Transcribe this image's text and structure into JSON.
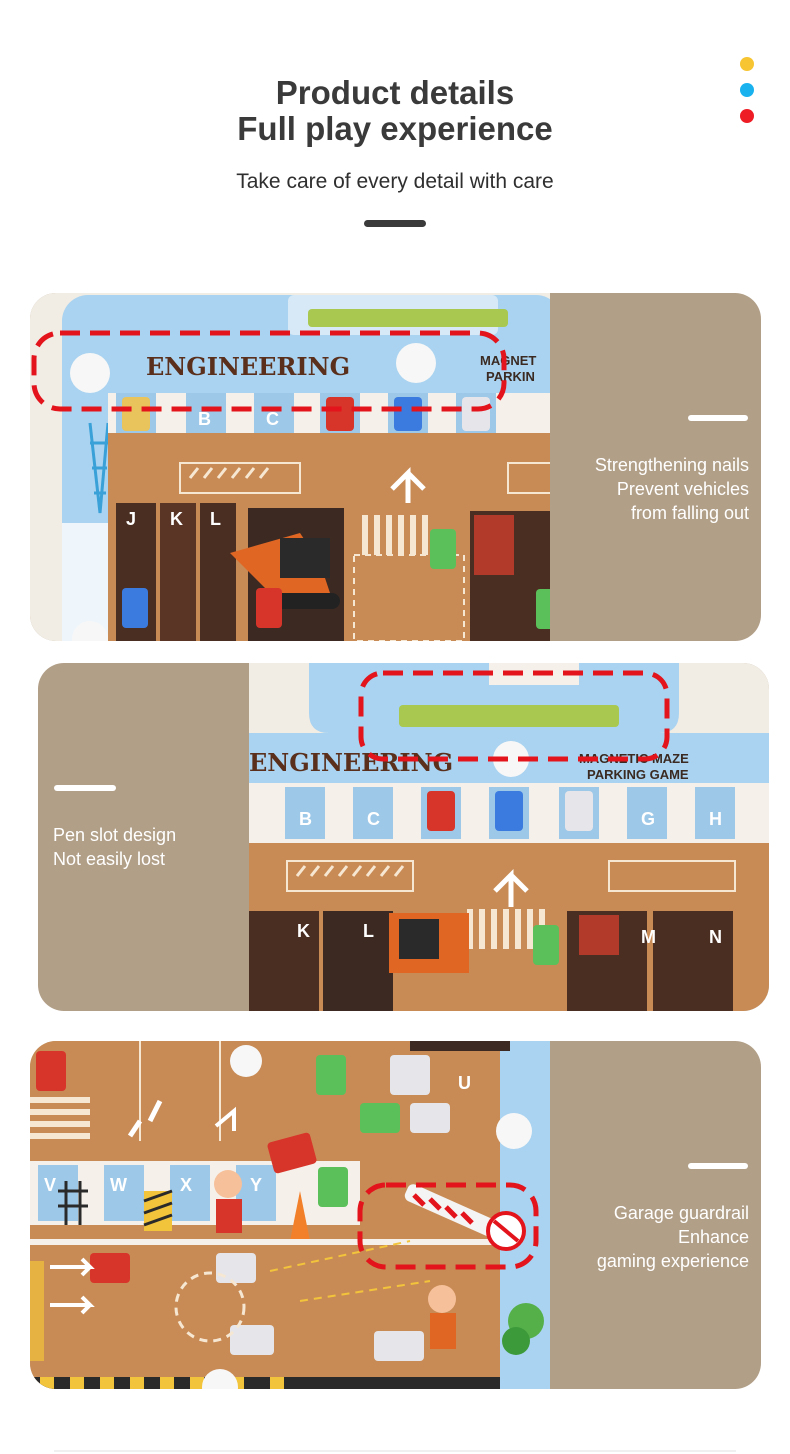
{
  "header": {
    "title_line1": "Product details",
    "title_line2": "Full play experience",
    "subtitle": "Take care of every detail with care",
    "dot_colors": [
      "#f7c531",
      "#19b2ef",
      "#ee1c25"
    ]
  },
  "board_text": {
    "engineering": "ENGINEERING",
    "magnetic_maze": "MAGNETIC MAZE",
    "parking_game": "PARKING GAME",
    "magnet_partial": "MAGNET",
    "parking_partial": "PARKIN",
    "row1_letters": [
      "B",
      "C",
      "G",
      "H"
    ],
    "row2_letters": [
      "J",
      "K",
      "L",
      "M",
      "N"
    ],
    "row3_letters": [
      "V",
      "W",
      "X",
      "Y",
      "U"
    ]
  },
  "features": [
    {
      "line1": "Strengthening nails",
      "line2": "Prevent vehicles",
      "line3": "from falling out"
    },
    {
      "line1": "Pen slot design",
      "line2": "Not easily lost"
    },
    {
      "line1": "Garage guardrail",
      "line2": "Enhance",
      "line3": "gaming experience"
    }
  ],
  "colors": {
    "card_tan": "#b29f88",
    "board_blue": "#a9d3f0",
    "road_orange": "#c98b55",
    "highlight_red": "#e3141b",
    "pen_green": "#a8c84f"
  }
}
